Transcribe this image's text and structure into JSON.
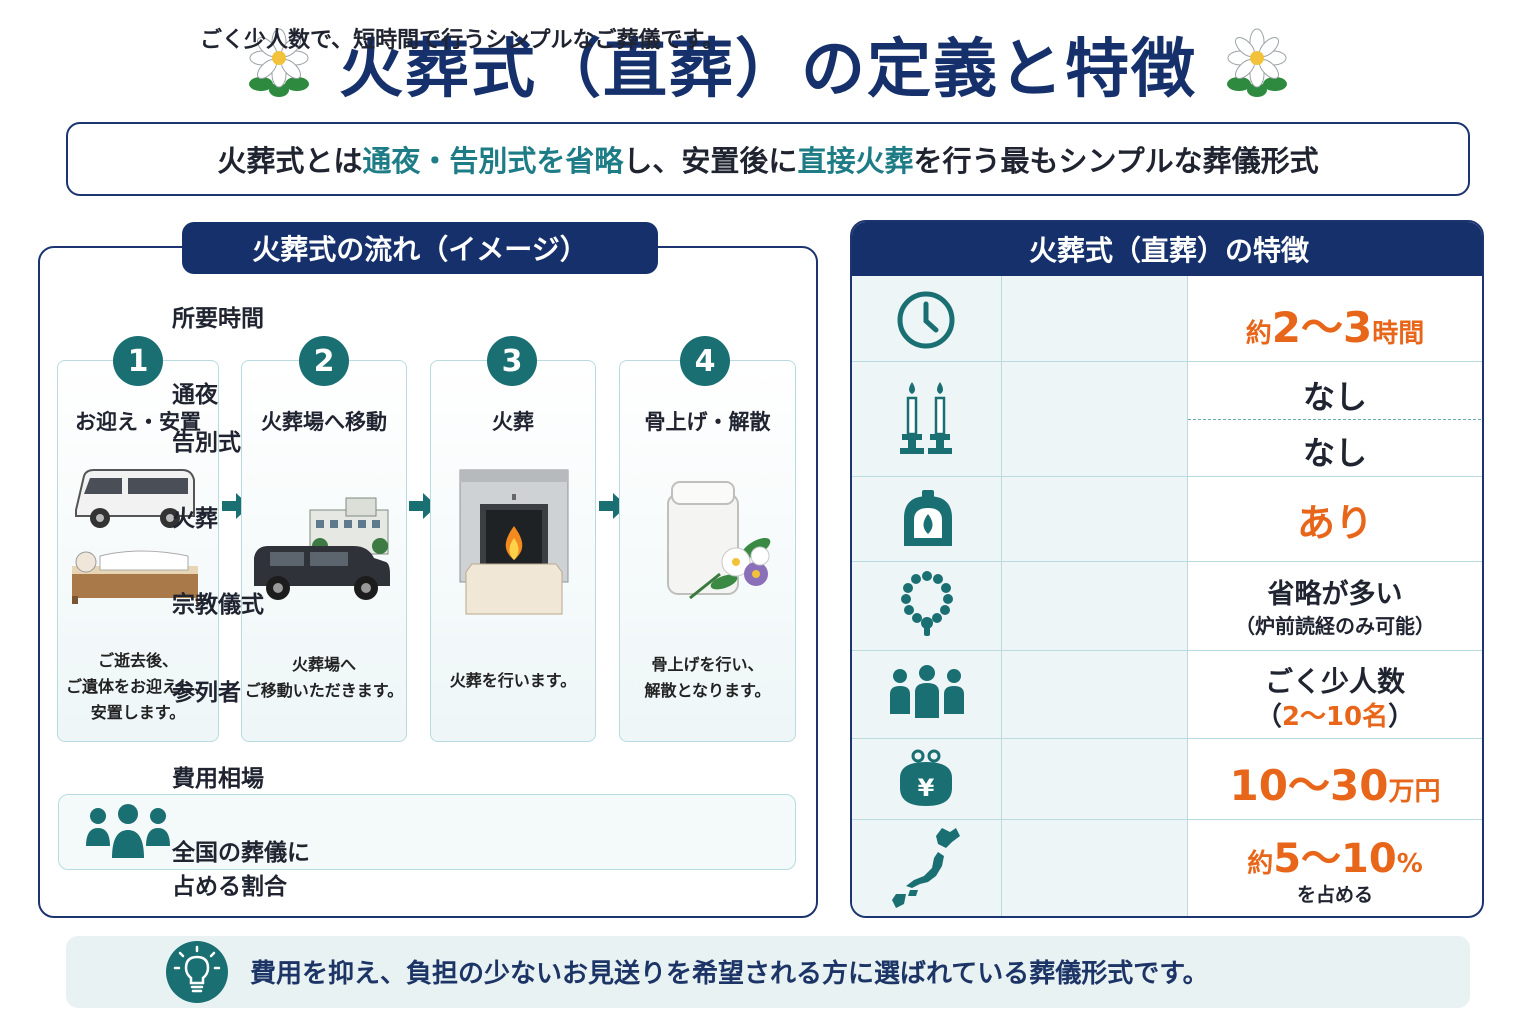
{
  "title": "火葬式（直葬）の定義と特徴",
  "definition": {
    "p1": "火葬式とは",
    "h1": "通夜・告別式を省略",
    "p2": "し、安置後に",
    "h2": "直接火葬",
    "p3": "を行う最もシンプルな葬儀形式"
  },
  "flow": {
    "header": "火葬式の流れ（イメージ）",
    "steps": [
      {
        "num": "1",
        "title": "お迎え・安置",
        "desc": "ご逝去後、\nご遺体をお迎えし、\n安置します。"
      },
      {
        "num": "2",
        "title": "火葬場へ移動",
        "desc": "火葬場へ\nご移動いただきます。"
      },
      {
        "num": "3",
        "title": "火葬",
        "desc": "火葬を行います。"
      },
      {
        "num": "4",
        "title": "骨上げ・解散",
        "desc": "骨上げを行い、\n解散となります。"
      }
    ],
    "note": "ごく少人数で、短時間で行うシンプルなご葬儀です。"
  },
  "features": {
    "header": "火葬式（直葬）の特徴",
    "rows": [
      {
        "icon": "clock-icon",
        "label": "所要時間",
        "prefix": "約",
        "value": "2～3",
        "suffix": "時間"
      },
      {
        "icon": "candles-icon",
        "label1": "通夜",
        "label2": "告別式",
        "value1": "なし",
        "value2": "なし"
      },
      {
        "icon": "cremation-furnace-icon",
        "label": "火葬",
        "value": "あり"
      },
      {
        "icon": "prayer-beads-icon",
        "label": "宗教儀式",
        "value": "省略が多い",
        "sub": "（炉前読経のみ可能）"
      },
      {
        "icon": "people-icon",
        "label": "参列者",
        "value": "ごく少人数",
        "sub_open": "（",
        "sub_value": "2～10名",
        "sub_close": "）"
      },
      {
        "icon": "yen-purse-icon",
        "label": "費用相場",
        "value": "10～30",
        "suffix": "万円"
      },
      {
        "icon": "japan-map-icon",
        "label1": "全国の葬儀に",
        "label2": "占める割合",
        "prefix": "約",
        "value": "5～10",
        "suffix": "%",
        "sub": "を占める"
      }
    ]
  },
  "banner": "費用を抑え、負担の少ないお見送りを希望される方に選ばれている葬儀形式です。",
  "colors": {
    "navy": "#16306b",
    "teal": "#1a6f73",
    "orange": "#e8661a",
    "light_teal": "#eef5f6"
  }
}
